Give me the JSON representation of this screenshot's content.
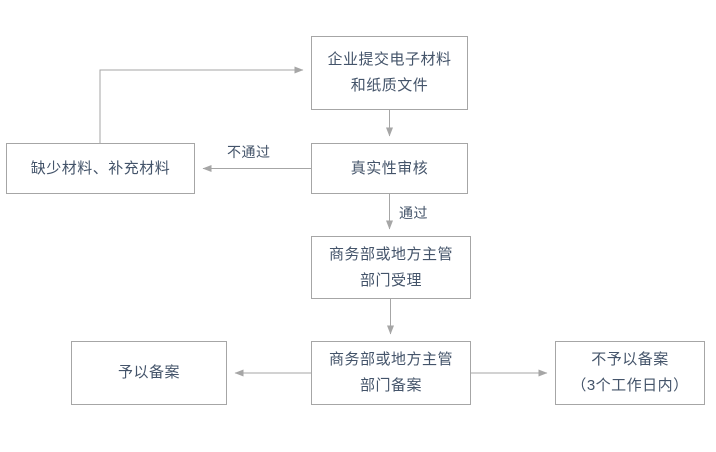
{
  "chart_data": {
    "type": "diagram",
    "title": "",
    "nodes": [
      {
        "id": "submit",
        "lines": [
          "企业提交电子材料",
          "和纸质文件"
        ]
      },
      {
        "id": "supplement",
        "lines": [
          "缺少材料、补充材料"
        ]
      },
      {
        "id": "verify",
        "lines": [
          "真实性审核"
        ]
      },
      {
        "id": "accept",
        "lines": [
          "商务部或地方主管",
          "部门受理"
        ]
      },
      {
        "id": "filed",
        "lines": [
          "予以备案"
        ]
      },
      {
        "id": "record",
        "lines": [
          "商务部或地方主管",
          "部门备案"
        ]
      },
      {
        "id": "rejected",
        "lines": [
          "不予以备案",
          "（3个工作日内）"
        ]
      }
    ],
    "edges": [
      {
        "from": "submit",
        "to": "verify",
        "label": ""
      },
      {
        "from": "verify",
        "to": "supplement",
        "label": "不通过"
      },
      {
        "from": "supplement",
        "to": "submit",
        "label": ""
      },
      {
        "from": "verify",
        "to": "accept",
        "label": "通过"
      },
      {
        "from": "accept",
        "to": "record",
        "label": ""
      },
      {
        "from": "record",
        "to": "filed",
        "label": ""
      },
      {
        "from": "record",
        "to": "rejected",
        "label": ""
      }
    ]
  },
  "nodes": {
    "submit": {
      "line1": "企业提交电子材料",
      "line2": "和纸质文件"
    },
    "supplement": {
      "line1": "缺少材料、补充材料"
    },
    "verify": {
      "line1": "真实性审核"
    },
    "accept": {
      "line1": "商务部或地方主管",
      "line2": "部门受理"
    },
    "filed": {
      "line1": "予以备案"
    },
    "record": {
      "line1": "商务部或地方主管",
      "line2": "部门备案"
    },
    "rejected": {
      "line1": "不予以备案",
      "line2": "（3个工作日内）"
    }
  },
  "labels": {
    "fail": "不通过",
    "pass": "通过"
  },
  "colors": {
    "border": "#a6a6a6",
    "text": "#44546a",
    "connector": "#a6a6a6",
    "background": "#ffffff"
  }
}
